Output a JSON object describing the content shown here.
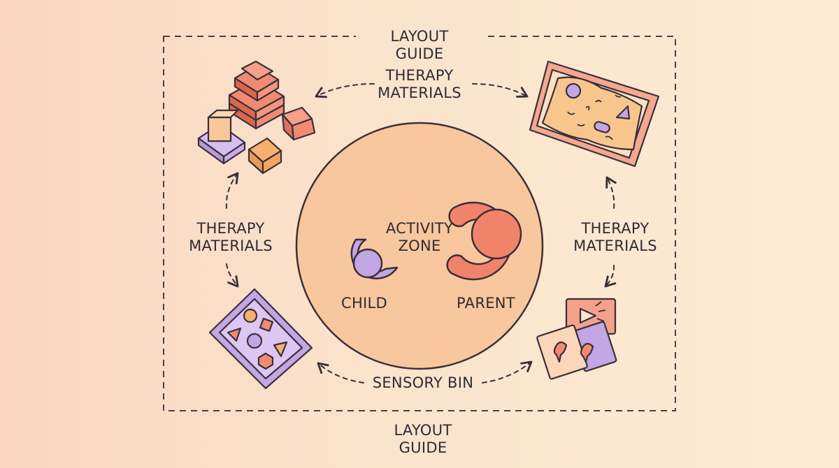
{
  "labels": {
    "top_title": "LAYOUT GUIDE",
    "bottom_title": "LAYOUT GUIDE",
    "top_materials": "THERAPY\nMATERIALS",
    "left_materials": "THERAPY\nMATERIALS",
    "right_materials": "THERAPY\nMATERIALS",
    "bottom_bin": "SENSORY BIN",
    "activity_zone": "ACTIVITY\nZONE",
    "child": "CHILD",
    "parent": "PARENT"
  },
  "colors": {
    "background_left": "#f9d7c0",
    "background_right": "#fcebd3",
    "zone_fill": "#f8c79d",
    "parent": "#f2836b",
    "child": "#c3a6e4",
    "block_red": "#f08a72",
    "block_orange": "#f7b16f",
    "purple_tray": "#d6bff0",
    "outline": "#3a2f3a"
  }
}
